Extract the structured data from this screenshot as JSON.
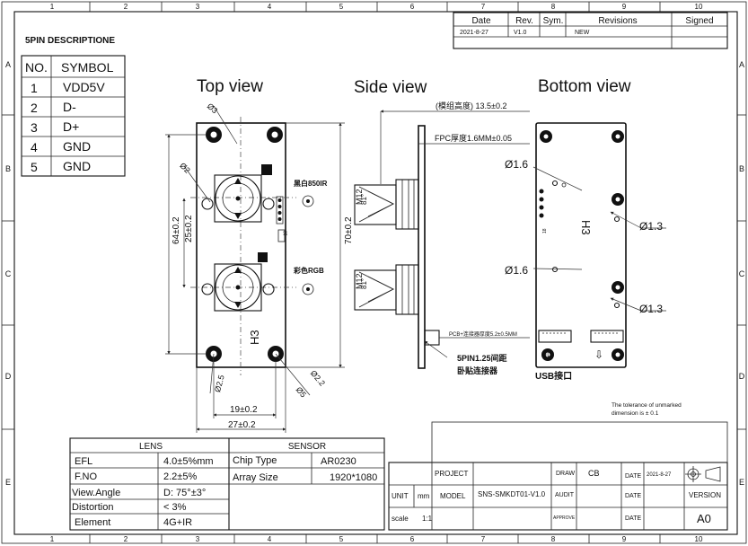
{
  "border": {
    "columns": [
      "1",
      "2",
      "3",
      "4",
      "5",
      "6",
      "7",
      "8",
      "9",
      "10"
    ],
    "rows": [
      "A",
      "B",
      "C",
      "D",
      "E"
    ]
  },
  "pin_table": {
    "title": "5PIN DESCRIPTIONE",
    "headers": [
      "NO.",
      "SYMBOL"
    ],
    "rows": [
      {
        "no": "1",
        "symbol": "VDD5V"
      },
      {
        "no": "2",
        "symbol": "D-"
      },
      {
        "no": "3",
        "symbol": "D+"
      },
      {
        "no": "4",
        "symbol": "GND"
      },
      {
        "no": "5",
        "symbol": "GND"
      }
    ]
  },
  "revision_table": {
    "headers": [
      "Date",
      "Rev.",
      "Sym.",
      "Revisions",
      "Signed"
    ],
    "row": {
      "date": "2021-8-27",
      "rev": "V1.0",
      "sym": "",
      "revision": "NEW",
      "signed": ""
    }
  },
  "views": {
    "top": "Top view",
    "side": "Side view",
    "bottom": "Bottom view"
  },
  "top_view": {
    "d3": "Ø3",
    "d2": "Ø2",
    "label_bw": "黑白850IR",
    "label_color": "彩色RGB",
    "h3": "H3",
    "d25": "Ø2.5",
    "d5": "Ø5",
    "d22": "Ø2.2",
    "dim_64": "64±0.2",
    "dim_25": "25±0.2",
    "dim_70": "70±0.2",
    "dim_19": "19±0.2",
    "dim_27": "27±0.2",
    "pin_mark": "18"
  },
  "side_view": {
    "height": "(模组高度) 13.5±0.2",
    "fpc": "FPC厚度1.6MM±0.05",
    "m12_a": "M12",
    "deg_a": "81°",
    "m12_b": "M12",
    "deg_b": "81°",
    "pcb": "PCB+连接器厚度5.2±0.5MM",
    "connector_line1": "5PIN1.25间距",
    "connector_line2": "卧贴连接器"
  },
  "bottom_view": {
    "d16a": "Ø1.6",
    "d13a": "Ø1.3",
    "d16b": "Ø1.6",
    "d13b": "Ø1.3",
    "h3": "H3",
    "usb": "USB接口",
    "arrow": "⇩",
    "pin_mark": "18"
  },
  "tolerance_note": {
    "line1": "The tolerance of unmarked",
    "line2": "dimension is ± 0.1"
  },
  "lens_table": {
    "title": "LENS",
    "rows": [
      {
        "label": "EFL",
        "value": "4.0±5%mm"
      },
      {
        "label": "F.NO",
        "value": "2.2±5%"
      },
      {
        "label": "View.Angle",
        "value": "D: 75°±3°"
      },
      {
        "label": "Distortion",
        "value": "< 3%"
      },
      {
        "label": "Element",
        "value": "4G+IR"
      }
    ]
  },
  "sensor_table": {
    "title": "SENSOR",
    "rows": [
      {
        "label": "Chip Type",
        "value": "AR0230"
      },
      {
        "label": "Array Size",
        "value": "1920*1080"
      }
    ]
  },
  "title_block": {
    "project": "PROJECT",
    "unit": "UNIT",
    "unit_value": "mm",
    "model": "MODEL",
    "model_value": "SNS-SMKDT01-V1.0",
    "scale": "scale",
    "scale_value": "1:1",
    "draw": "DRAW",
    "draw_value": "CB",
    "audit": "AUDIT",
    "approve": "APPROVE",
    "date": "DATE",
    "date_value": "2021-8-27",
    "version": "VERSION",
    "version_value": "A0"
  }
}
